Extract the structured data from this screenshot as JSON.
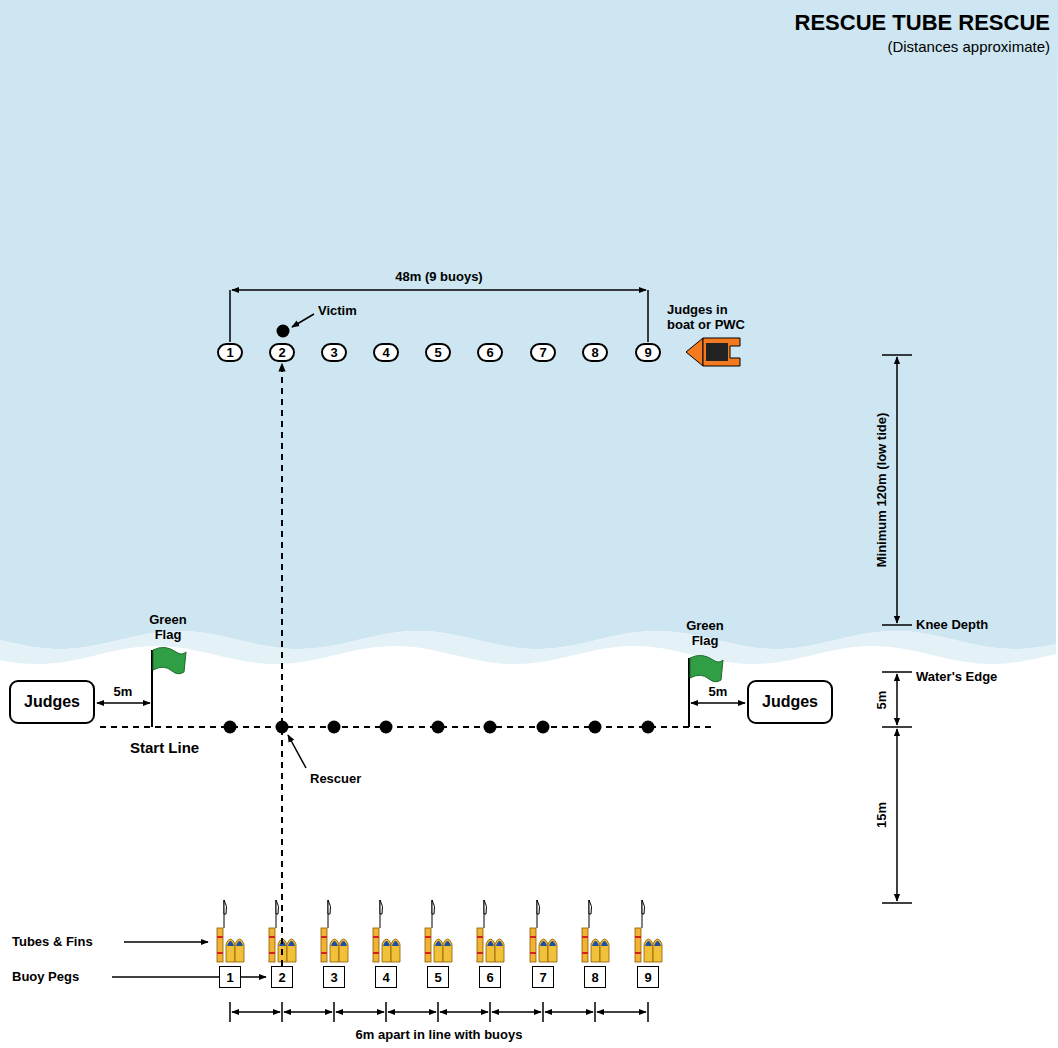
{
  "diagram": {
    "title": "RESCUE TUBE RESCUE",
    "nodes": [
      {
        "text": [
          "1"
        ]
      },
      {
        "text": [
          "2"
        ]
      },
      {
        "text": [
          "3"
        ]
      },
      {
        "text": [
          "4"
        ]
      },
      {
        "text": [
          "5"
        ]
      },
      {
        "text": [
          "6"
        ]
      },
      {
        "text": [
          "7"
        ]
      },
      {
        "text": [
          "8"
        ]
      },
      {
        "text": [
          "9"
        ]
      },
      {
        "text": [
          "Judges"
        ]
      },
      {
        "text": [
          "Judges"
        ]
      },
      {
        "text": [
          "1"
        ]
      },
      {
        "text": [
          "2"
        ]
      },
      {
        "text": [
          "3"
        ]
      },
      {
        "text": [
          "4"
        ]
      },
      {
        "text": [
          "5"
        ]
      },
      {
        "text": [
          "6"
        ]
      },
      {
        "text": [
          "7"
        ]
      },
      {
        "text": [
          "8"
        ]
      },
      {
        "text": [
          "9"
        ]
      }
    ],
    "edges": [
      {
        "from": 12,
        "to": 1,
        "arrow": "to"
      }
    ],
    "labels": [
      "(Distances approximate)",
      "48m (9 buoys)",
      "Victim",
      "Judges in boat or PWC",
      "Minimum 120m (low tide)",
      "Knee Depth",
      "Green Flag",
      "Green Flag",
      "Water's Edge",
      "5m",
      "5m",
      "5m",
      "15m",
      "Start Line",
      "Rescuer",
      "Tubes & Fins",
      "Buoy Pegs",
      "6m apart in line with buoys"
    ]
  }
}
